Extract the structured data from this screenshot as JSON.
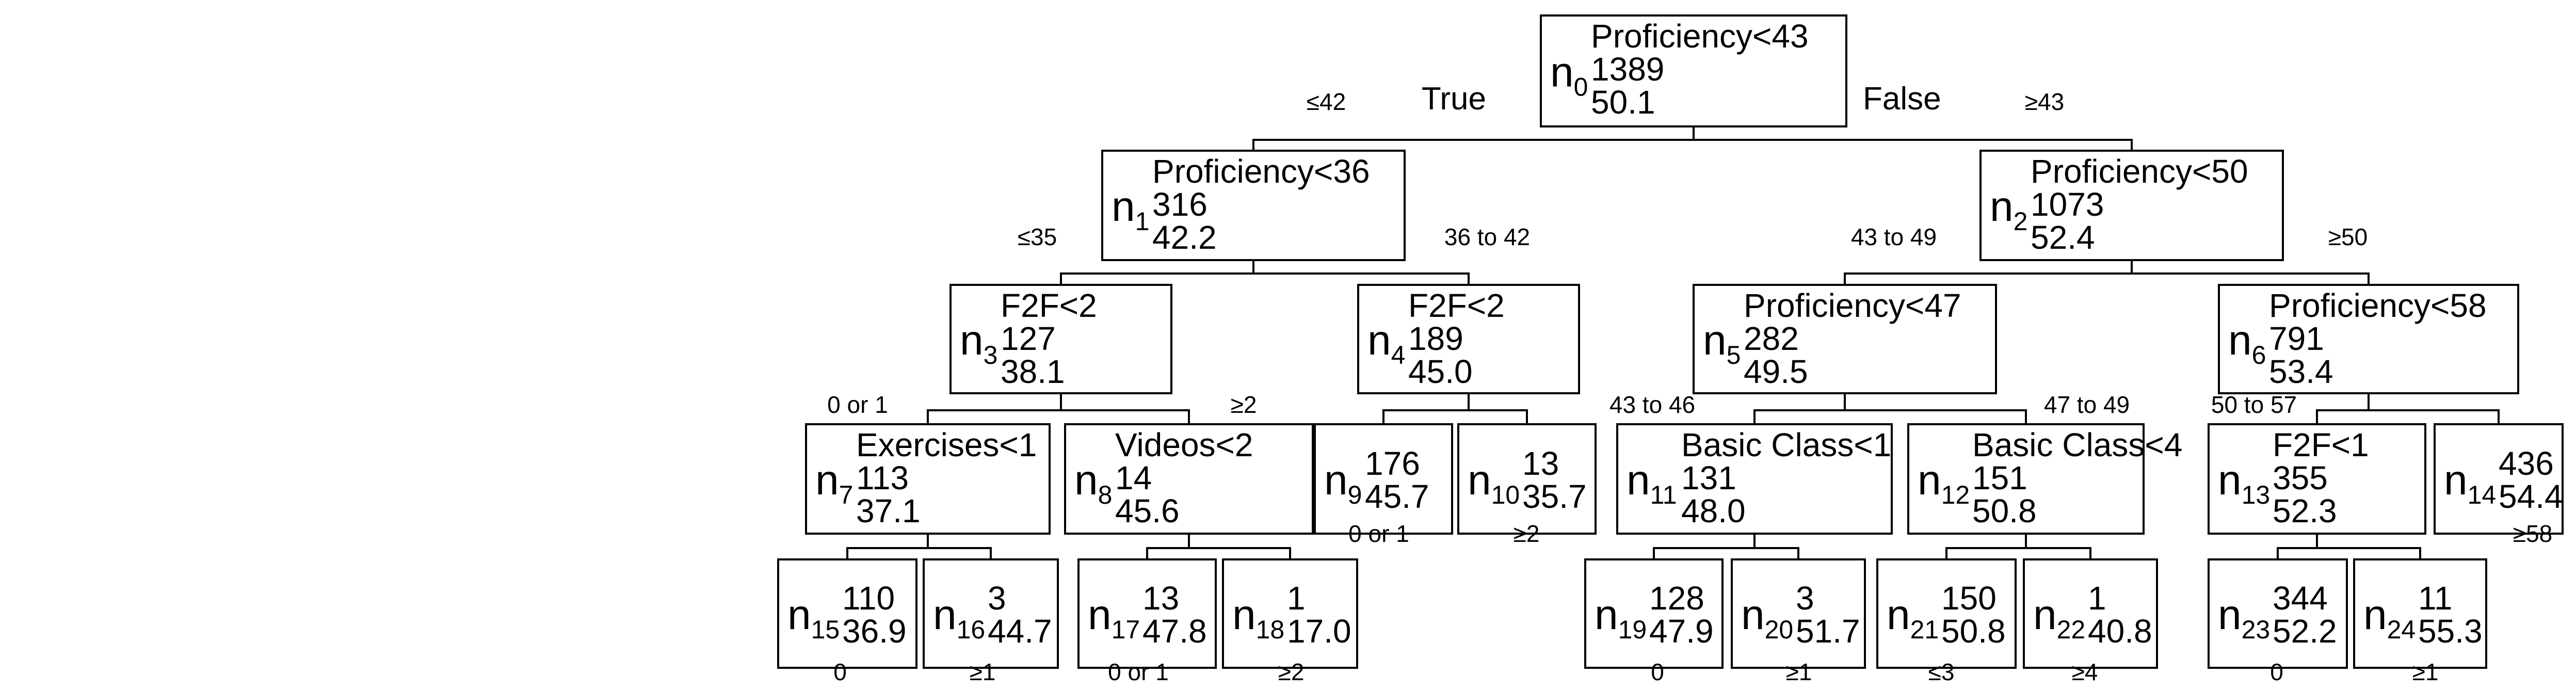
{
  "branch_words": {
    "true": "True",
    "false": "False"
  },
  "nodes": [
    {
      "id": "n0",
      "sub": "0",
      "split": "Proficiency<43",
      "n": "1389",
      "mean": "50.1"
    },
    {
      "id": "n1",
      "sub": "1",
      "split": "Proficiency<36",
      "n": "316",
      "mean": "42.2"
    },
    {
      "id": "n2",
      "sub": "2",
      "split": "Proficiency<50",
      "n": "1073",
      "mean": "52.4"
    },
    {
      "id": "n3",
      "sub": "3",
      "split": "F2F<2",
      "n": "127",
      "mean": "38.1"
    },
    {
      "id": "n4",
      "sub": "4",
      "split": "F2F<2",
      "n": "189",
      "mean": "45.0"
    },
    {
      "id": "n5",
      "sub": "5",
      "split": "Proficiency<47",
      "n": "282",
      "mean": "49.5"
    },
    {
      "id": "n6",
      "sub": "6",
      "split": "Proficiency<58",
      "n": "791",
      "mean": "53.4"
    },
    {
      "id": "n7",
      "sub": "7",
      "split": "Exercises<1",
      "n": "113",
      "mean": "37.1"
    },
    {
      "id": "n8",
      "sub": "8",
      "split": "Videos<2",
      "n": "14",
      "mean": "45.6"
    },
    {
      "id": "n9",
      "sub": "9",
      "split": "",
      "n": "176",
      "mean": "45.7"
    },
    {
      "id": "n10",
      "sub": "10",
      "split": "",
      "n": "13",
      "mean": "35.7"
    },
    {
      "id": "n11",
      "sub": "11",
      "split": "Basic Class<1",
      "n": "131",
      "mean": "48.0"
    },
    {
      "id": "n12",
      "sub": "12",
      "split": "Basic Class<4",
      "n": "151",
      "mean": "50.8"
    },
    {
      "id": "n13",
      "sub": "13",
      "split": "F2F<1",
      "n": "355",
      "mean": "52.3"
    },
    {
      "id": "n14",
      "sub": "14",
      "split": "",
      "n": "436",
      "mean": "54.4"
    },
    {
      "id": "n15",
      "sub": "15",
      "split": "",
      "n": "110",
      "mean": "36.9"
    },
    {
      "id": "n16",
      "sub": "16",
      "split": "",
      "n": "3",
      "mean": "44.7"
    },
    {
      "id": "n17",
      "sub": "17",
      "split": "",
      "n": "13",
      "mean": "47.8"
    },
    {
      "id": "n18",
      "sub": "18",
      "split": "",
      "n": "1",
      "mean": "17.0"
    },
    {
      "id": "n19",
      "sub": "19",
      "split": "",
      "n": "128",
      "mean": "47.9"
    },
    {
      "id": "n20",
      "sub": "20",
      "split": "",
      "n": "3",
      "mean": "51.7"
    },
    {
      "id": "n21",
      "sub": "21",
      "split": "",
      "n": "150",
      "mean": "50.8"
    },
    {
      "id": "n22",
      "sub": "22",
      "split": "",
      "n": "1",
      "mean": "40.8"
    },
    {
      "id": "n23",
      "sub": "23",
      "split": "",
      "n": "344",
      "mean": "52.2"
    },
    {
      "id": "n24",
      "sub": "24",
      "split": "",
      "n": "11",
      "mean": "55.3"
    }
  ],
  "edges": [
    {
      "parent": "n0",
      "child": "n1",
      "label": "≤42"
    },
    {
      "parent": "n0",
      "child": "n2",
      "label": "≥43"
    },
    {
      "parent": "n1",
      "child": "n3",
      "label": "≤35"
    },
    {
      "parent": "n1",
      "child": "n4",
      "label": "36 to 42"
    },
    {
      "parent": "n2",
      "child": "n5",
      "label": "43 to 49"
    },
    {
      "parent": "n2",
      "child": "n6",
      "label": "≥50"
    },
    {
      "parent": "n3",
      "child": "n7",
      "label": "0 or 1"
    },
    {
      "parent": "n3",
      "child": "n8",
      "label": "≥2"
    },
    {
      "parent": "n4",
      "child": "n9",
      "label": "0 or 1"
    },
    {
      "parent": "n4",
      "child": "n10",
      "label": "≥2"
    },
    {
      "parent": "n5",
      "child": "n11",
      "label": "43 to 46"
    },
    {
      "parent": "n5",
      "child": "n12",
      "label": "47 to 49"
    },
    {
      "parent": "n6",
      "child": "n13",
      "label": "50 to 57"
    },
    {
      "parent": "n6",
      "child": "n14",
      "label": "≥58"
    },
    {
      "parent": "n7",
      "child": "n15",
      "label": "0"
    },
    {
      "parent": "n7",
      "child": "n16",
      "label": "≥1"
    },
    {
      "parent": "n8",
      "child": "n17",
      "label": "0 or 1"
    },
    {
      "parent": "n8",
      "child": "n18",
      "label": "≥2"
    },
    {
      "parent": "n11",
      "child": "n19",
      "label": "0"
    },
    {
      "parent": "n11",
      "child": "n20",
      "label": "≥1"
    },
    {
      "parent": "n12",
      "child": "n21",
      "label": "≤3"
    },
    {
      "parent": "n12",
      "child": "n22",
      "label": "≥4"
    },
    {
      "parent": "n13",
      "child": "n23",
      "label": "0"
    },
    {
      "parent": "n13",
      "child": "n24",
      "label": "≥1"
    }
  ]
}
